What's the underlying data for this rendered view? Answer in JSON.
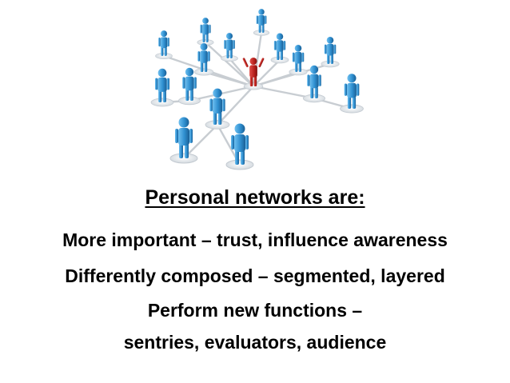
{
  "illustration": {
    "icon": "people-network-icon",
    "center_person_color": "#b8201c",
    "person_color": "#2f8fd0",
    "connector_color": "#c8cdd2"
  },
  "heading": "Personal networks are:",
  "lines": [
    "More important – trust, influence awareness",
    "Differently composed – segmented, layered",
    "Perform new functions –",
    "sentries, evaluators, audience"
  ]
}
